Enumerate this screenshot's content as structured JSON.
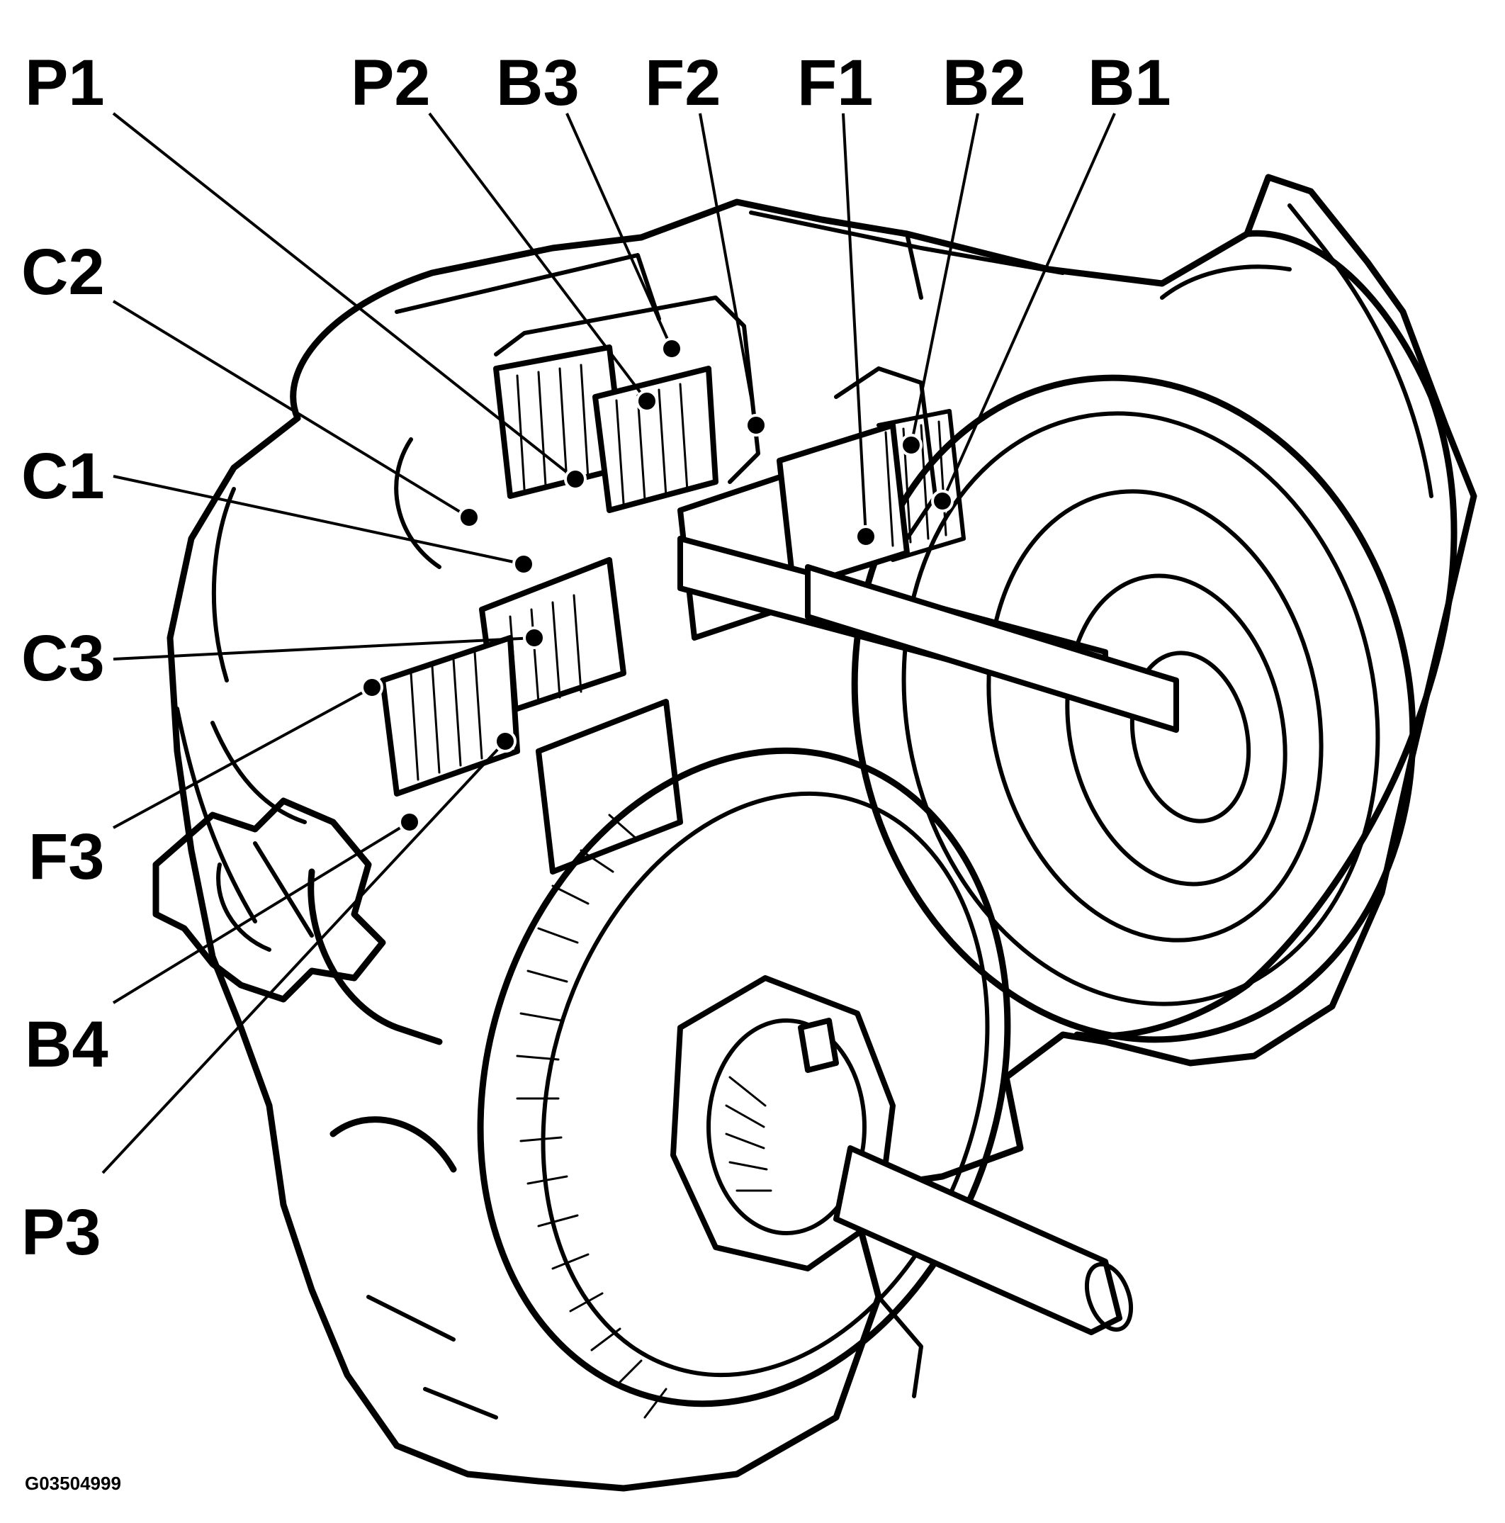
{
  "labels": {
    "p1": "P1",
    "p2": "P2",
    "b3": "B3",
    "f2": "F2",
    "f1": "F1",
    "b2": "B2",
    "b1": "B1",
    "c2": "C2",
    "c1": "C1",
    "c3": "C3",
    "f3": "F3",
    "b4": "B4",
    "p3": "P3"
  },
  "figure_code": "G03504999"
}
